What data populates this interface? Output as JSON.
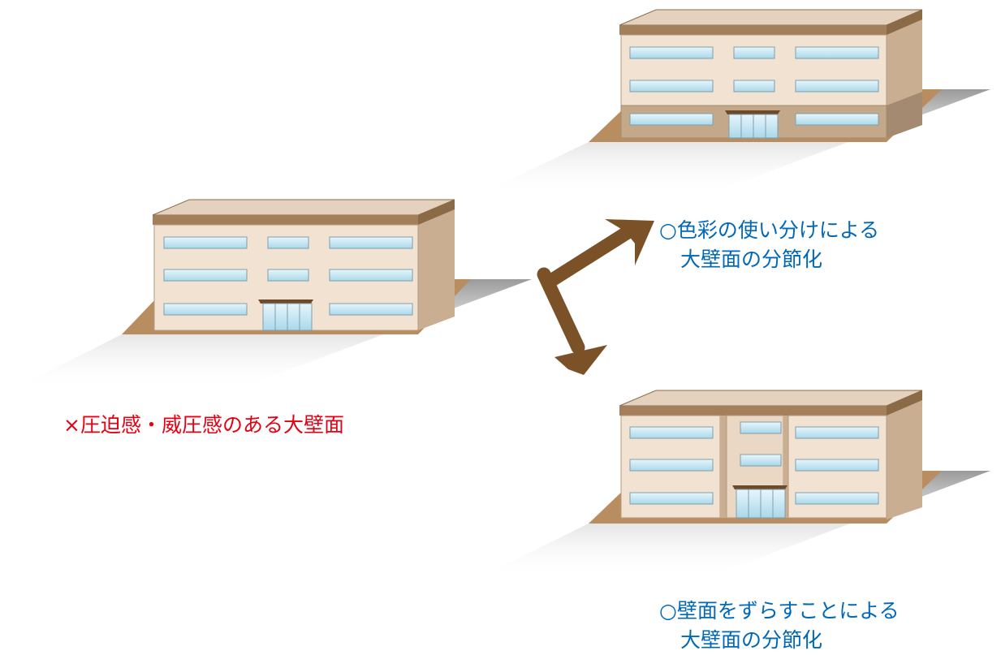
{
  "colors": {
    "negative_text": "#e60012",
    "positive_text": "#0068b7",
    "arrow": "#7b5127",
    "wall_light": "#f2e2d2",
    "wall_dark": "#c4a88a",
    "side_wall": "#c9ae91",
    "roof": "#9c7a55",
    "ground": "#b88d5f",
    "window": "#bfe2f0"
  },
  "captions": {
    "bad": {
      "line1": "×圧迫感・威圧感のある大壁面"
    },
    "color_split": {
      "line1": "○色彩の使い分けによる",
      "line2": "大壁面の分節化"
    },
    "offset_split": {
      "line1": "○壁面をずらすことによる",
      "line2": "大壁面の分節化"
    }
  },
  "icons": {
    "arrows": "branching-arrow-icon"
  }
}
